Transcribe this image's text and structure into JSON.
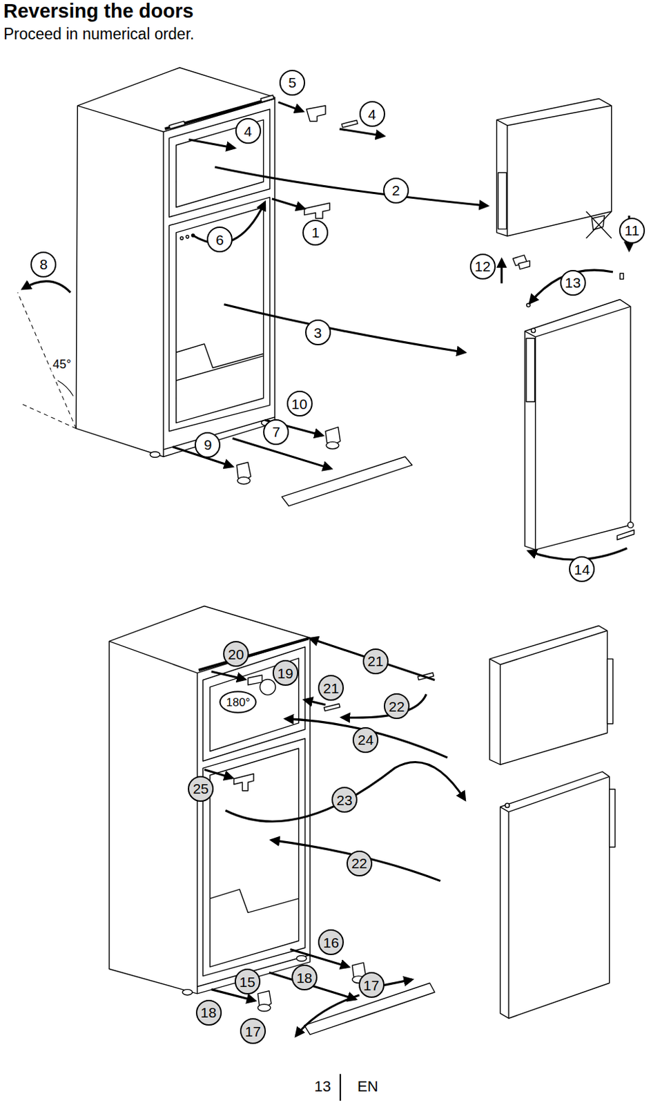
{
  "diagram": {
    "title": "Reversing the doors",
    "labels": [
      "Proceed in numerical order.",
      "5",
      "4",
      "4",
      "2",
      "6",
      "1",
      "11",
      "8",
      "12",
      "13",
      "3",
      "45°",
      "10",
      "7",
      "9",
      "14",
      "20",
      "19",
      "21",
      "21",
      "22",
      "180°",
      "24",
      "25",
      "23",
      "22",
      "16",
      "15",
      "18",
      "17",
      "18",
      "17",
      "13",
      "EN"
    ]
  }
}
